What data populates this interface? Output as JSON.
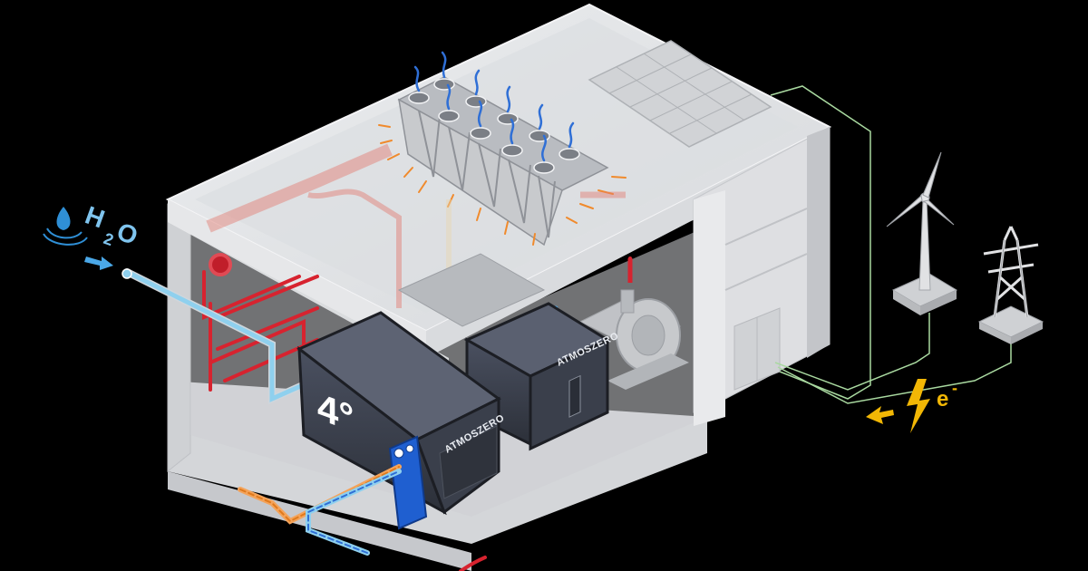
{
  "inputs": {
    "water_label_main": "H",
    "water_label_sub": "2",
    "water_label_tail": "O"
  },
  "grid": {
    "electron_label": "e",
    "electron_sup": "-"
  },
  "units": {
    "brand_text": "ATMOSZERO",
    "logo_text": "4°"
  },
  "colors": {
    "background": "#000000",
    "building": "#e2e3e5",
    "building_dark": "#c9cbcf",
    "hot_pipe": "#d7232f",
    "cold_pipe": "#8fd0ee",
    "water": "#2f8fd6",
    "heat_glow": "#f08a2c",
    "grid_line": "#a9d9a0",
    "electricity": "#f2b705",
    "unit_body": "#3a3f4b",
    "unit_frame": "#20232b",
    "exchanger": "#1f5fd0"
  },
  "icons": [
    "water-drop-icon",
    "arrow-right-icon",
    "lightning-icon",
    "double-arrow-icon",
    "wind-turbine-icon",
    "transmission-tower-icon",
    "solar-panel-icon"
  ]
}
